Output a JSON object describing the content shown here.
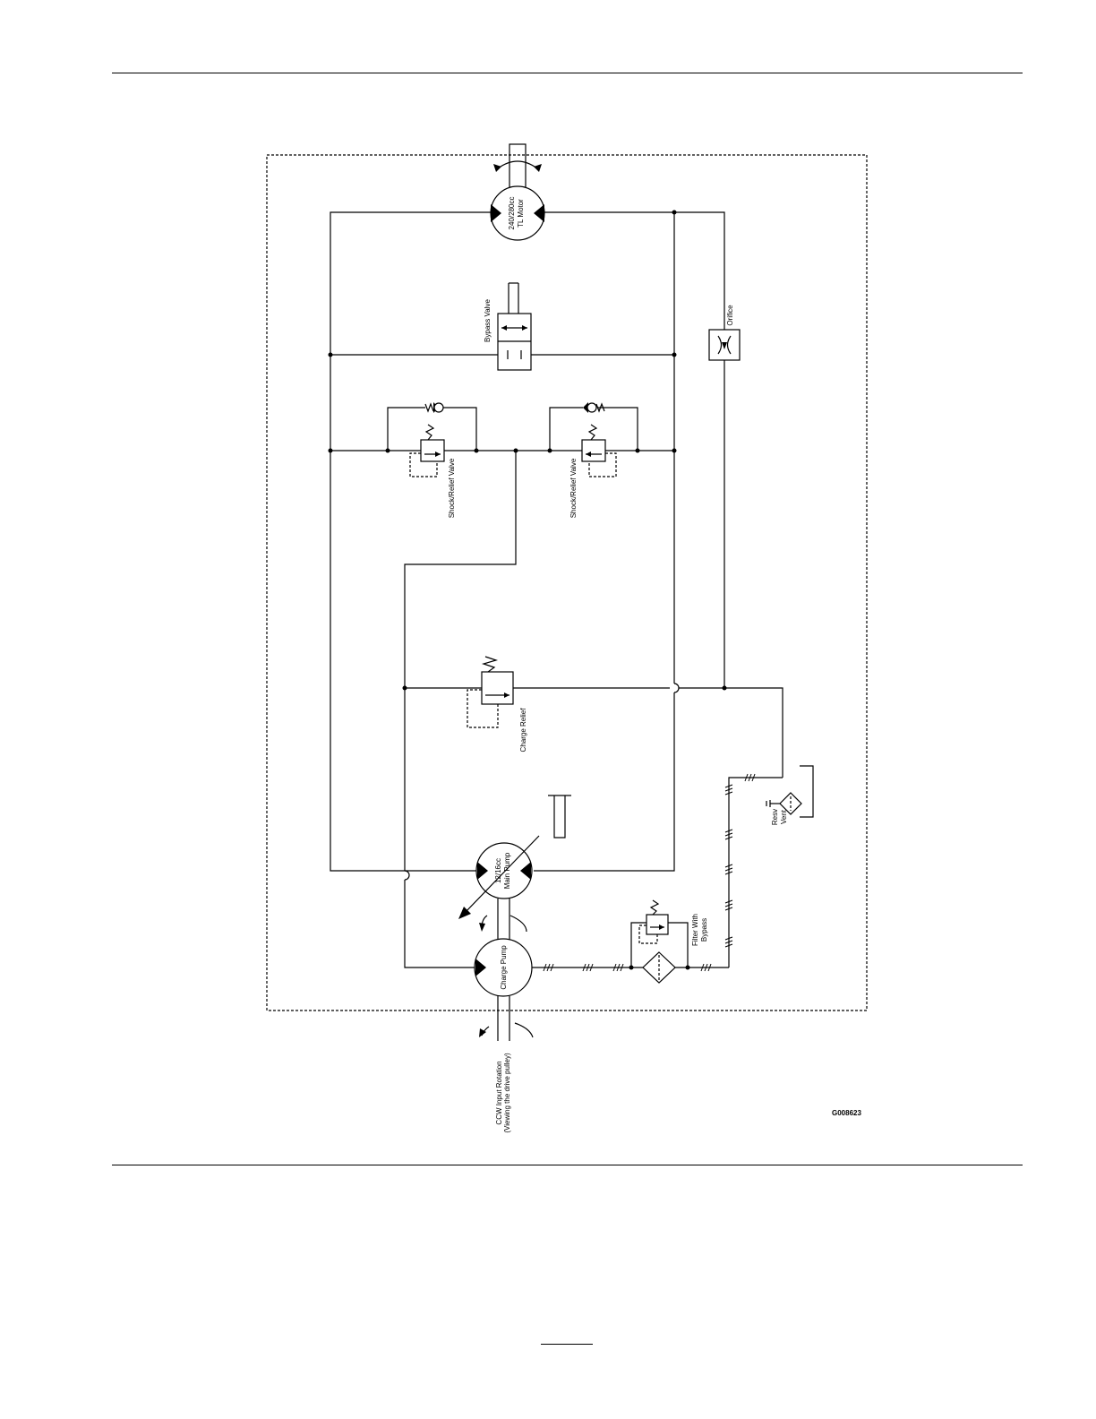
{
  "diagram": {
    "figure_id": "G008623",
    "labels": {
      "motor": [
        "240/280cc",
        "TL Motor"
      ],
      "bypass_valve": "Bypass Valve",
      "orifice": "Orifice",
      "shock_relief_left": "Shock/Relief Valve",
      "shock_relief_right": "Shock/Relief Valve",
      "charge_relief": "Charge Relief",
      "main_pump": [
        "12/16cc",
        "Main Pump"
      ],
      "charge_pump": "Charge Pump",
      "filter": [
        "Filter With",
        "Bypass"
      ],
      "reservoir": [
        "Resv",
        "Vent"
      ],
      "input_rotation": [
        "CCW Input Rotation",
        "(Viewing the drive pulley)"
      ]
    }
  }
}
